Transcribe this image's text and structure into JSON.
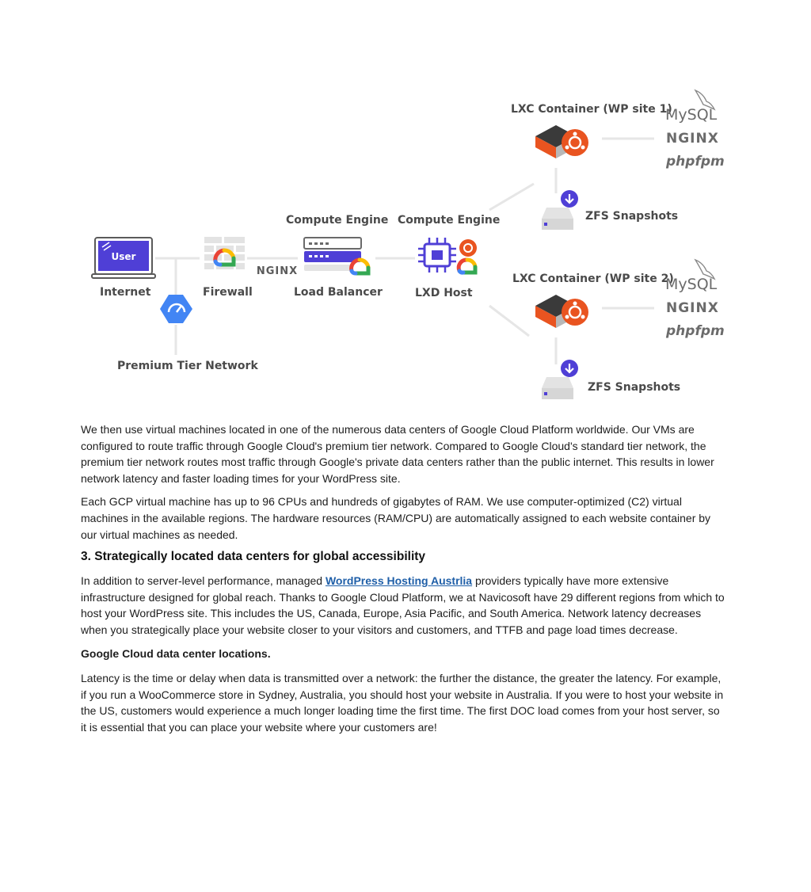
{
  "diagram": {
    "user_screen_label": "User",
    "internet_label": "Internet",
    "firewall_label": "Firewall",
    "nginx_small_label": "NGINX",
    "compute_engine_lb_label": "Compute Engine",
    "load_balancer_label": "Load Balancer",
    "compute_engine_lxd_label": "Compute Engine",
    "lxd_host_label": "LXD Host",
    "premium_tier_label": "Premium Tier Network",
    "container1_label": "LXC Container (WP site 1)",
    "container2_label": "LXC Container (WP site 2)",
    "zfs1_label": "ZFS Snapshots",
    "zfs2_label": "ZFS Snapshots",
    "mysql_label": "MySQL",
    "nginx_label": "NGINX",
    "phpfpm_label": "phpfpm",
    "colors": {
      "accent_purple": "#4f3fd6",
      "ubuntu_orange": "#e95420",
      "google_blue": "#4285f4",
      "google_red": "#ea4335",
      "google_yellow": "#fbbc04",
      "google_green": "#34a853",
      "connector_gray": "#e4e4e4"
    }
  },
  "article": {
    "p1": "We then use virtual machines located in one of the numerous data centers of Google Cloud Platform worldwide. Our VMs are configured to route traffic through Google Cloud's premium tier network. Compared to Google Cloud's standard tier network, the premium tier network routes most traffic through Google's private data centers rather than the public internet. This results in lower network latency and faster loading times for your WordPress site.",
    "p2": "Each GCP virtual machine has up to 96 CPUs and hundreds of gigabytes of RAM. We use computer-optimized (C2) virtual machines in the available regions. The hardware resources (RAM/CPU) are automatically assigned to each website container by our virtual machines as needed.",
    "heading": "3. Strategically located data centers for global accessibility",
    "p3_before": "In addition to server-level performance, managed ",
    "p3_link": "WordPress Hosting Austrlia",
    "p3_after": " providers typically have more extensive infrastructure designed for global reach. Thanks to Google Cloud Platform, we at Navicosoft have 29 different regions from which to host your WordPress site. This includes the US, Canada, Europe, Asia Pacific, and South America. Network latency decreases when you strategically place your website closer to your visitors and customers, and TTFB and page load times decrease.",
    "subheading": "Google Cloud data center locations.",
    "p4": "Latency is the time or delay when data is transmitted over a network: the further the distance, the greater the latency. For example, if you run a WooCommerce store in Sydney, Australia, you should host your website in Australia. If you were to host your website in the US, customers would experience a much longer loading time the first time. The first DOC load comes from your host server, so it is essential that you can place your website where your customers are!"
  }
}
